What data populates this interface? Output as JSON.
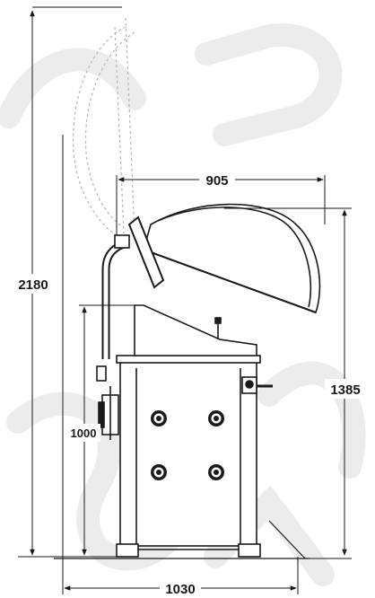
{
  "dimensions": {
    "overall_height": "2180",
    "guard_width": "905",
    "guard_height": "1385",
    "body_height": "1000",
    "base_width": "1030"
  },
  "colors": {
    "line": "#1a1a1a",
    "ghost_line": "#b5b5b5",
    "watermark": "#e6e6e6",
    "panel": "#ffffff"
  },
  "icons": [
    "wheel-balancer-drawing",
    "knob-icon",
    "arrow-icon"
  ]
}
